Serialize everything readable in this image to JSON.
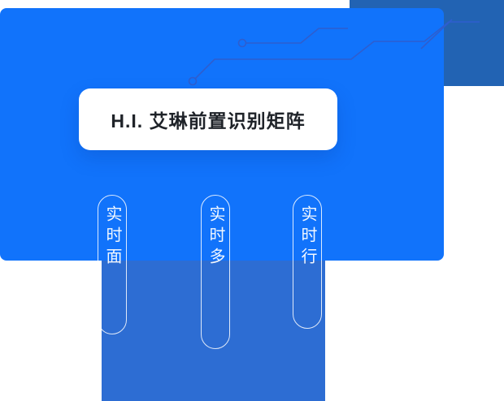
{
  "title_card": {
    "label": "H.I. 艾琳前置识别矩阵"
  },
  "feature_pills": [
    {
      "label": "实时面"
    },
    {
      "label": "实时多"
    },
    {
      "label": "实时行"
    }
  ],
  "colors": {
    "primary": "#1173fb",
    "panel-dark": "#2263b3",
    "panel-mid": "#2d6dd3",
    "trace": "#2e5ecf",
    "title-text": "#1f2329"
  }
}
